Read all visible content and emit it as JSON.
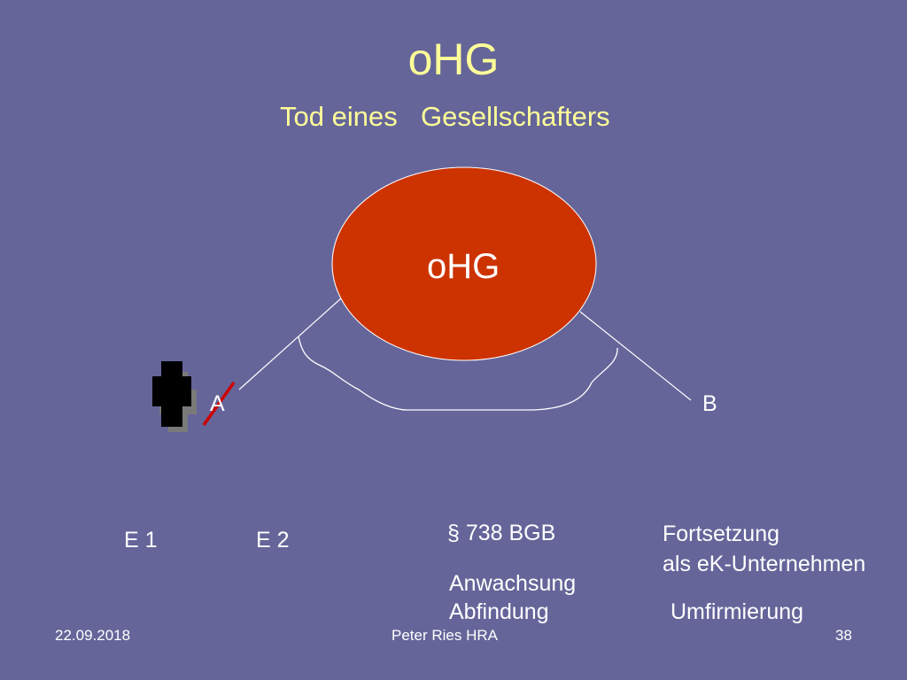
{
  "slide": {
    "title": "oHG",
    "subtitle_part1": "Tod eines",
    "subtitle_part2": "Gesellschafters"
  },
  "diagram": {
    "center_label": "oHG",
    "partner_a": "A",
    "partner_b": "B",
    "heir_1": "E 1",
    "heir_2": "E 2",
    "law_reference": "§ 738 BGB",
    "effect_1": "Anwachsung",
    "effect_2": "Abfindung",
    "continuation_line1": "Fortsetzung",
    "continuation_line2": "als eK-Unternehmen",
    "renaming": "Umfirmierung"
  },
  "footer": {
    "date": "22.09.2018",
    "author": "Peter Ries HRA",
    "page_number": "38"
  },
  "colors": {
    "background": "#65659a",
    "title": "#ffff99",
    "ellipse_fill": "#cc3300",
    "strike_line": "#cc0000"
  }
}
